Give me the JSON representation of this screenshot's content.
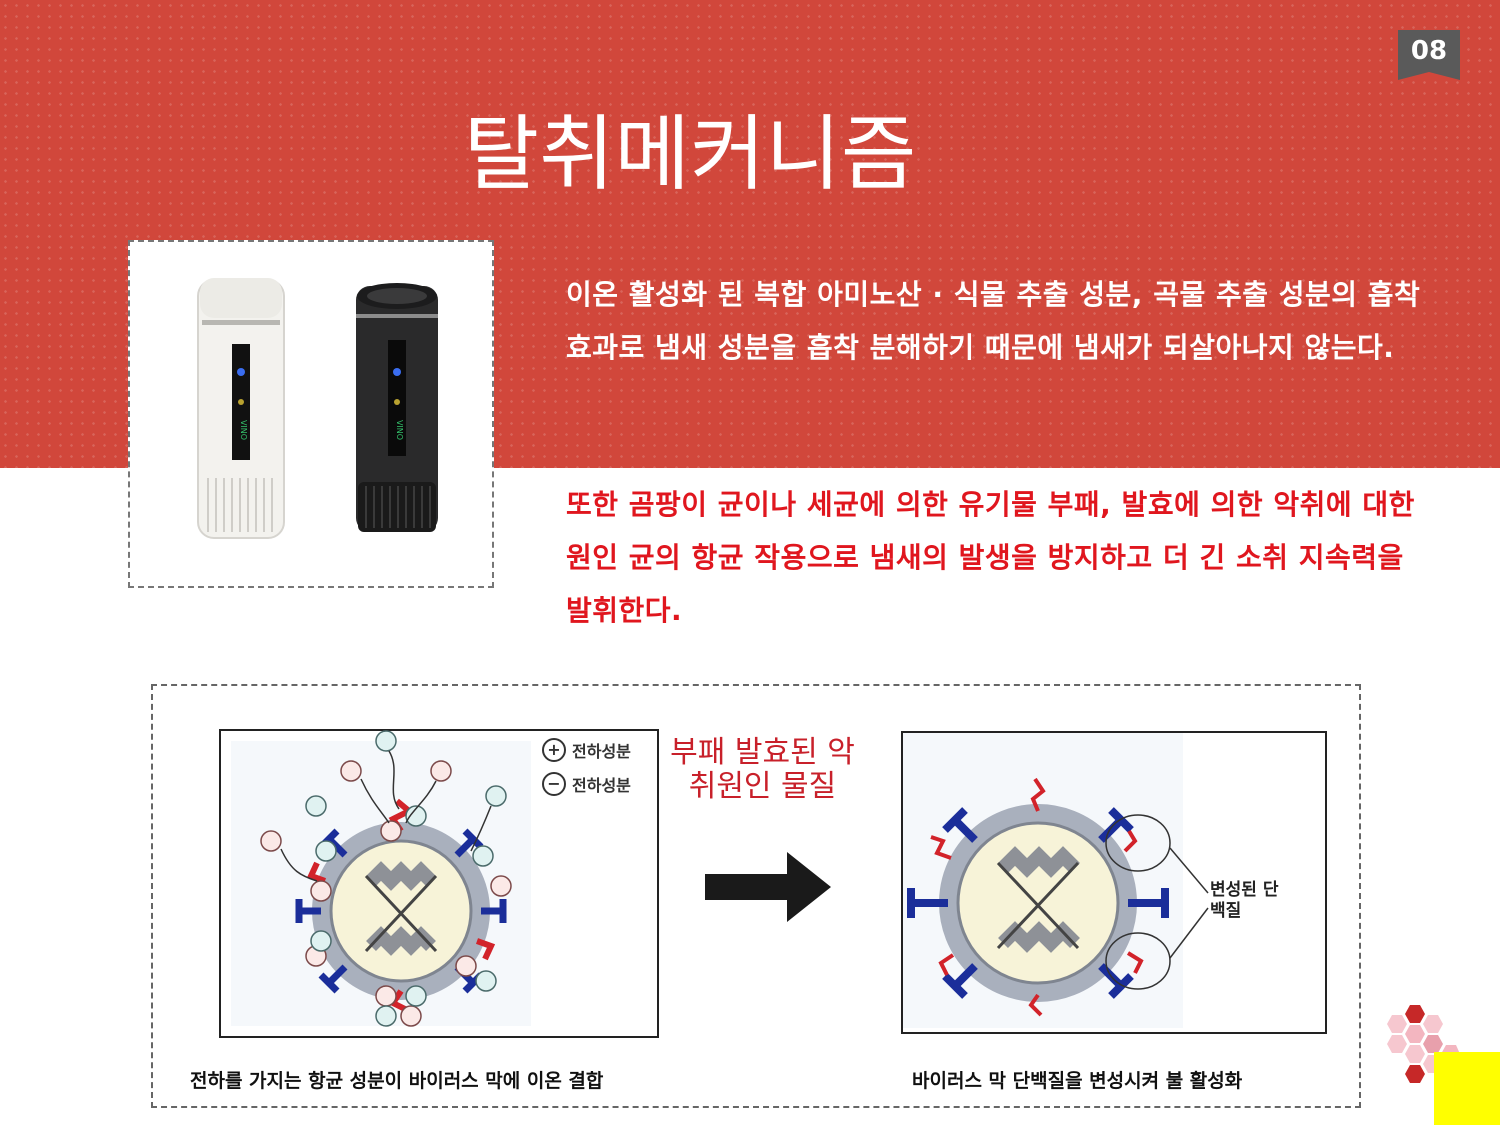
{
  "header": {
    "page_number": "08",
    "title": "탈취메커니즘"
  },
  "intro": {
    "paragraph_1": " 이온 활성화 된 복합 아미노산 · 식물 추출 성분, 곡물 추출 성분의 흡착 효과로 냄새 성분을 흡착 분해하기 때문에 냄새가 되살아나지 않는다.",
    "paragraph_2": "  또한 곰팡이 균이나 세균에 의한 유기물 부패, 발효에 의한 악취에 대한 원인 균의 항균 작용으로 냄새의 발생을 방지하고 더 긴 소취 지속력을 발휘한다."
  },
  "product": {
    "brand_mark": "VINO"
  },
  "diagram": {
    "legend_positive": "전하성분",
    "legend_negative": "전하성분",
    "middle_label": "부패 발효된 악취원인 물질",
    "denatured_label": "변성된 단백질",
    "caption_left": "전하를 가지는 항균 성분이 바이러스 막에 이온 결합",
    "caption_right": "바이러스 막 단백질을 변성시켜 불 활성화"
  },
  "colors": {
    "banner": "#d1473b",
    "highlight_text": "#e0161e",
    "accent_yellow": "#ffff00",
    "page_badge": "#5a5a5a"
  }
}
